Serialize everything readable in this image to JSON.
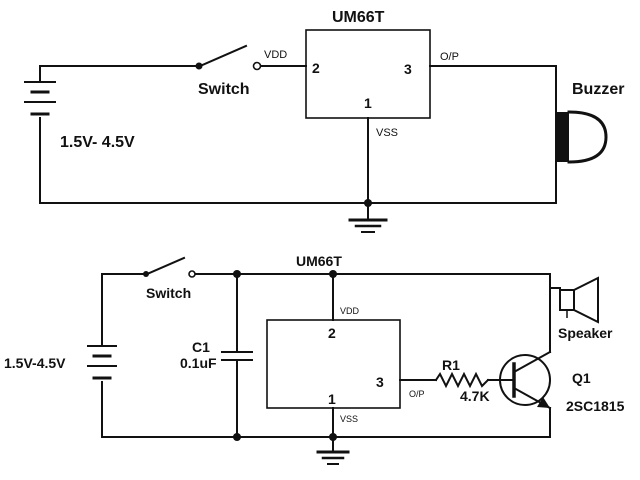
{
  "circuit_top": {
    "ic_name": "UM66T",
    "pin2": "2",
    "pin3": "3",
    "pin1": "1",
    "vdd": "VDD",
    "vss": "VSS",
    "op": "O/P",
    "switch": "Switch",
    "battery": "1.5V- 4.5V",
    "buzzer": "Buzzer"
  },
  "circuit_bottom": {
    "ic_name": "UM66T",
    "pin2": "2",
    "pin3": "3",
    "pin1": "1",
    "vdd": "VDD",
    "vss": "VSS",
    "op": "O/P",
    "switch": "Switch",
    "battery": "1.5V-4.5V",
    "cap_name": "C1",
    "cap_value": "0.1uF",
    "res_name": "R1",
    "res_value": "4.7K",
    "tr_name": "Q1",
    "tr_part": "2SC1815",
    "speaker": "Speaker"
  }
}
